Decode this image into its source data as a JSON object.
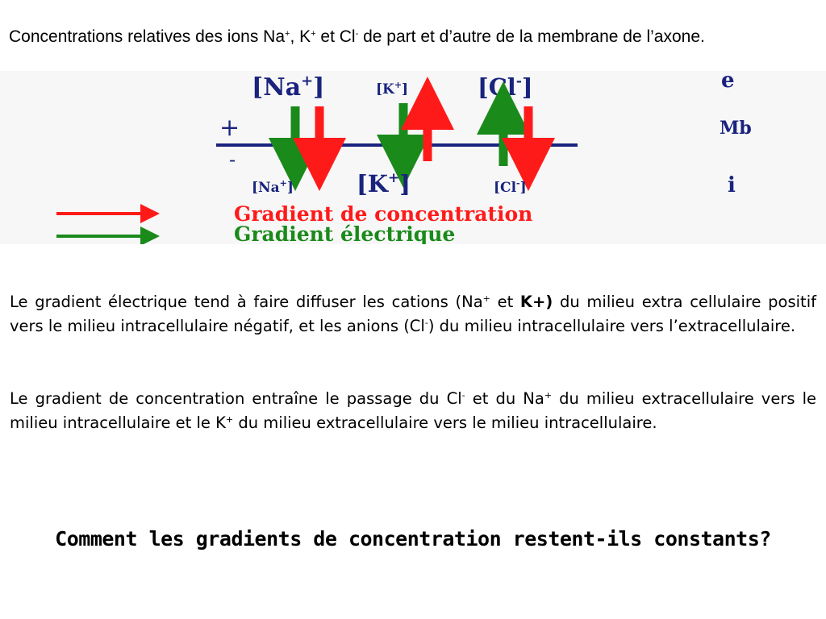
{
  "intro": {
    "p1": "Concentrations relatives des ions Na",
    "na_sup": "+",
    "p2": ", K",
    "k_sup": "+",
    "p3": " et Cl",
    "cl_sup": "-",
    "p4": " de part et d’autre de la membrane de l’axone."
  },
  "diagram": {
    "top": {
      "na": "[Na",
      "na_sup": "+",
      "na_close": "]",
      "k": "[K",
      "k_sup": "+",
      "k_close": "]",
      "cl": "[Cl",
      "cl_sup": "-",
      "cl_close": "]"
    },
    "bottom": {
      "na": "[Na",
      "na_sup": "+",
      "na_close": "]",
      "k": "[K",
      "k_sup": "+",
      "k_close": "]",
      "cl": "[Cl",
      "cl_sup": "-",
      "cl_close": "]"
    },
    "plus": "+",
    "minus": "-",
    "side_labels": {
      "e": "e",
      "mb": "Mb",
      "i": "i"
    },
    "legend": {
      "concentration": "Gradient de concentration",
      "electrique": "Gradient électrique"
    },
    "colors": {
      "red": "#ff1a1a",
      "green": "#1a8a1a",
      "navy": "#1a237e"
    }
  },
  "para1": {
    "a": "Le gradient électrique tend à faire diffuser les cations (Na",
    "a_sup": "+",
    "b": " et ",
    "bold": "K+)",
    "c": " du milieu extra cellulaire positif vers le milieu intracellulaire négatif, et les anions (Cl",
    "c_sup": "-",
    "d": ") du milieu intracellulaire vers l’extracellulaire."
  },
  "para2": {
    "a": "Le gradient de concentration entraîne le passage du Cl",
    "a_sup": "-",
    "b": " et du Na",
    "b_sup": "+",
    "c": " du milieu extracellulaire vers le milieu intracellulaire et le K",
    "c_sup": "+",
    "d": " du milieu extracellulaire vers le milieu intracellulaire."
  },
  "question": "Comment les gradients de concentration restent-ils constants?"
}
